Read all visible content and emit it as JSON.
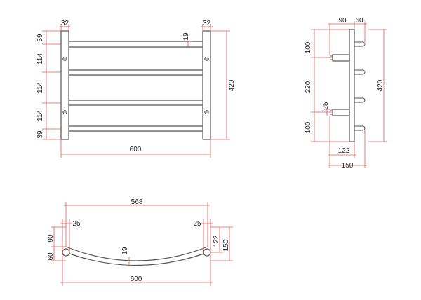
{
  "colors": {
    "outline": "#555555",
    "dimension": "#e05a5a",
    "text": "#222222",
    "background": "#ffffff"
  },
  "front_view": {
    "top_left_width": "32",
    "top_right_width": "32",
    "rail_diameter": "19",
    "top_offset": "39",
    "spacing_1": "114",
    "spacing_2": "114",
    "spacing_3": "114",
    "bottom_offset": "39",
    "total_height": "420",
    "total_width": "600"
  },
  "side_view": {
    "depth_top": "90",
    "bracket_top": "60",
    "upper_rail_height": "100",
    "middle_span": "220",
    "lower_rail_dia": "25",
    "lower_rail_height": "100",
    "total_height": "420",
    "depth_inner": "122",
    "depth_total": "150"
  },
  "top_view": {
    "inner_width": "568",
    "left_post_dia": "25",
    "right_post_dia": "25",
    "rail_dia": "19",
    "depth_a": "90",
    "depth_b": "60",
    "depth_inner": "122",
    "depth_total": "150",
    "total_width": "600"
  }
}
